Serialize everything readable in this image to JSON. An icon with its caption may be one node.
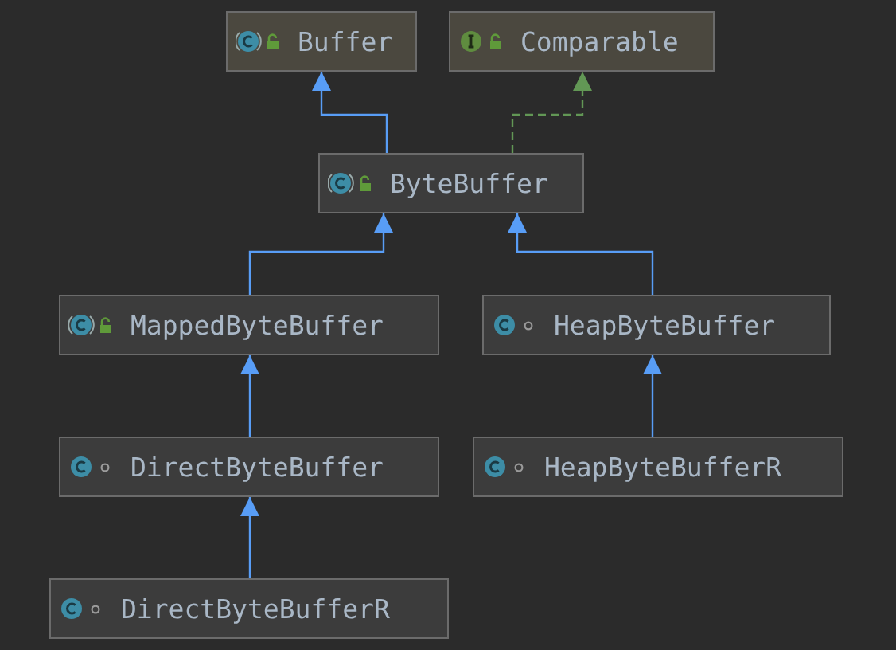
{
  "diagram": {
    "nodes": [
      {
        "text": [
          "Buffer"
        ]
      },
      {
        "text": [
          "Comparable"
        ]
      },
      {
        "text": [
          "ByteBuffer"
        ]
      },
      {
        "text": [
          "MappedByteBuffer"
        ]
      },
      {
        "text": [
          "HeapByteBuffer"
        ]
      },
      {
        "text": [
          "DirectByteBuffer"
        ]
      },
      {
        "text": [
          "HeapByteBufferR"
        ]
      },
      {
        "text": [
          "DirectByteBufferR"
        ]
      }
    ],
    "edges": [
      {
        "from": 2,
        "to": 0,
        "arrow": "to"
      },
      {
        "from": 2,
        "to": 1,
        "arrow": "to",
        "style": "dashed",
        "color": "#629755"
      },
      {
        "from": 3,
        "to": 2,
        "arrow": "to"
      },
      {
        "from": 4,
        "to": 2,
        "arrow": "to"
      },
      {
        "from": 5,
        "to": 3,
        "arrow": "to"
      },
      {
        "from": 6,
        "to": 4,
        "arrow": "to"
      },
      {
        "from": 7,
        "to": 5,
        "arrow": "to"
      }
    ]
  }
}
